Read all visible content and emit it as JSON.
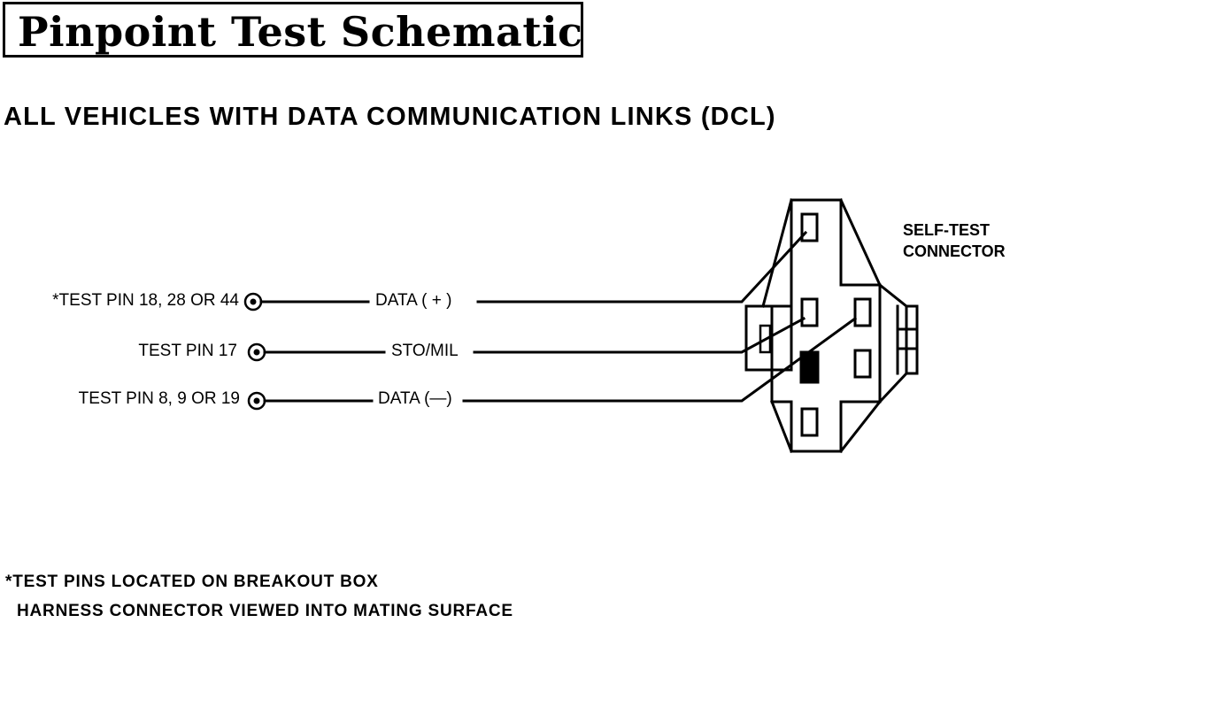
{
  "header": {
    "title": "Pinpoint Test Schematic",
    "subtitle": "ALL VEHICLES WITH DATA COMMUNICATION LINKS (DCL)"
  },
  "pins": [
    {
      "label": "*TEST PIN 18, 28 OR 44",
      "wire": "DATA ( + )"
    },
    {
      "label": "TEST PIN 17",
      "wire": "STO/MIL"
    },
    {
      "label": "TEST PIN 8, 9 OR 19",
      "wire": "DATA (—)"
    }
  ],
  "connector": {
    "line1": "SELF-TEST",
    "line2": "CONNECTOR"
  },
  "notes": {
    "line1": "*TEST PINS LOCATED ON BREAKOUT BOX",
    "line2": "HARNESS CONNECTOR VIEWED INTO MATING SURFACE"
  }
}
